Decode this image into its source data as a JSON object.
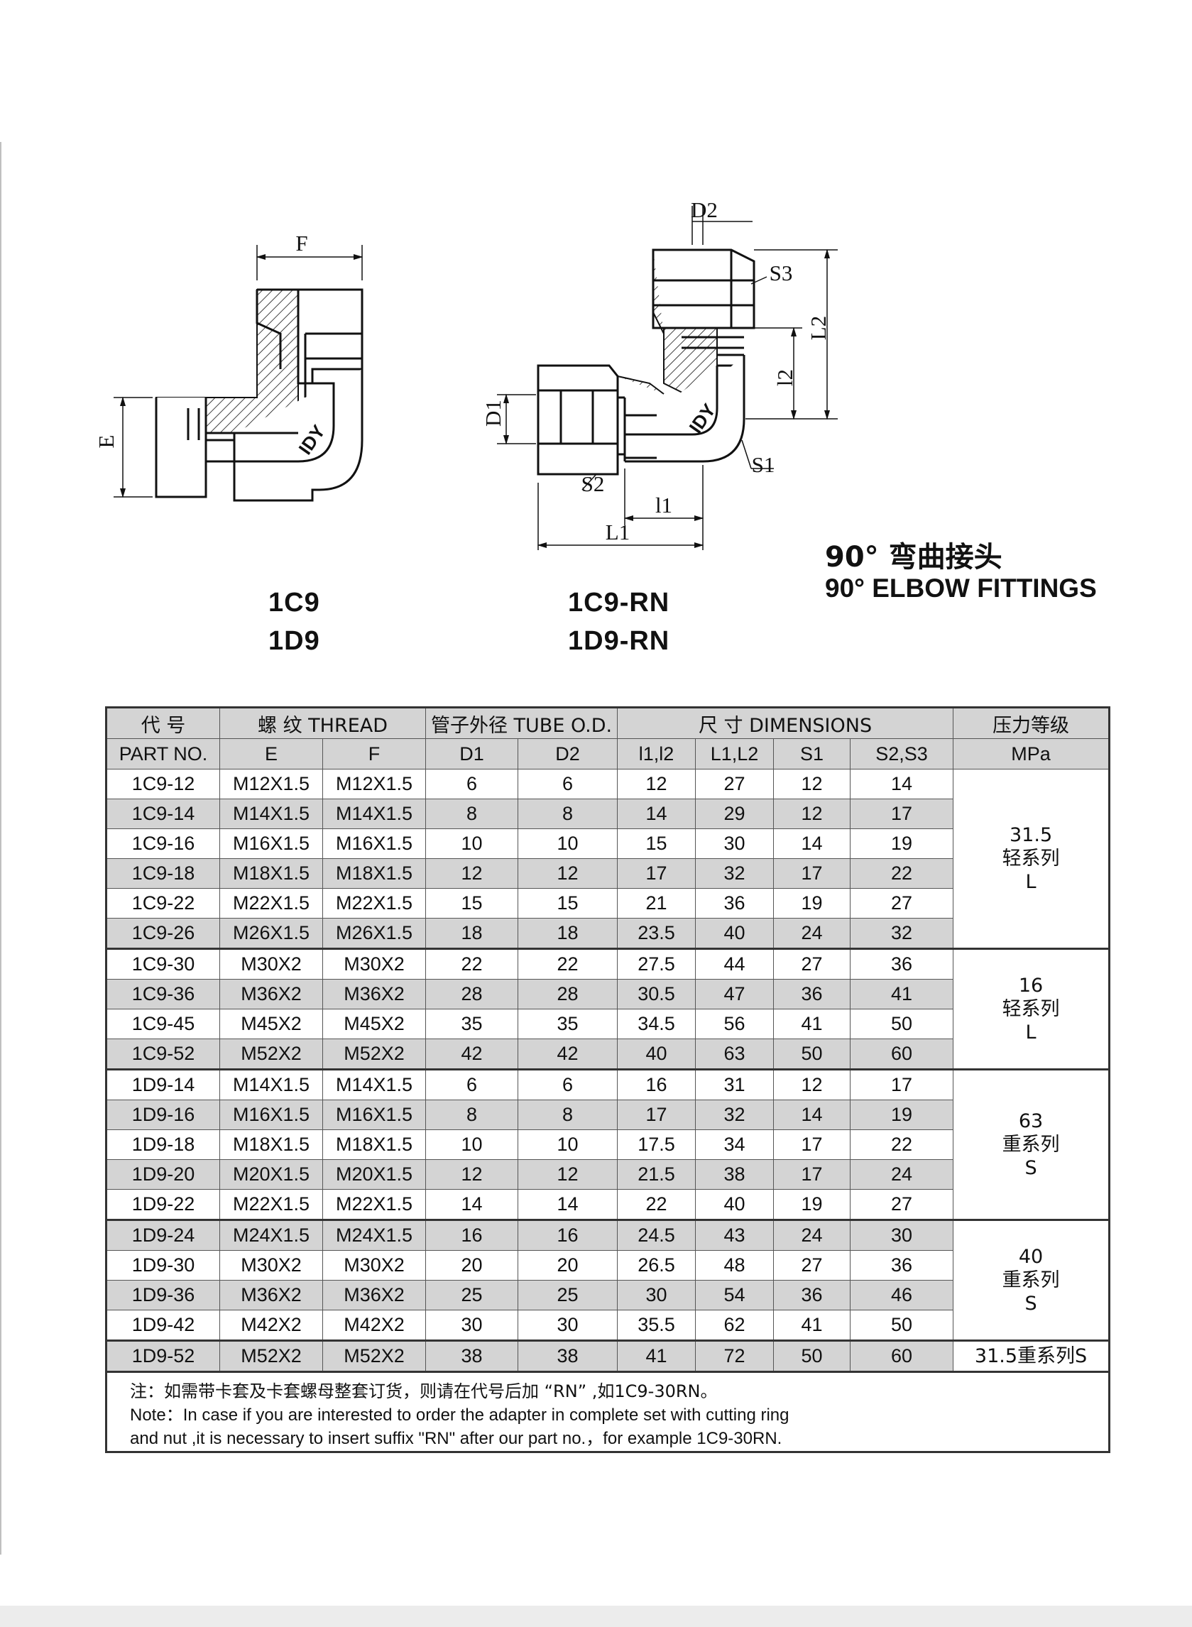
{
  "diagrams": {
    "left": {
      "dim_labels": {
        "F": "F",
        "E": "E"
      },
      "brand": "IDY",
      "model_codes": [
        "1C9",
        "1D9"
      ]
    },
    "right": {
      "dim_labels": {
        "D2": "D2",
        "S3": "S3",
        "L2": "L2",
        "l2": "l2",
        "D1": "D1",
        "S1": "S1",
        "S2": "S2",
        "l1": "l1",
        "L1": "L1"
      },
      "brand": "IDY",
      "model_codes": [
        "1C9-RN",
        "1D9-RN"
      ]
    }
  },
  "heading": {
    "cn": "90° 弯曲接头",
    "en": "90° ELBOW FITTINGS"
  },
  "table": {
    "header_row1": {
      "code": "代 号",
      "thread": "螺 纹 THREAD",
      "tube": "管子外径 TUBE O.D.",
      "dimensions": "尺 寸 DIMENSIONS",
      "pressure": "压力等级"
    },
    "header_row2": [
      "PART NO.",
      "E",
      "F",
      "D1",
      "D2",
      "l1,l2",
      "L1,L2",
      "S1",
      "S2,S3",
      "MPa"
    ],
    "rows": [
      [
        "1C9-12",
        "M12X1.5",
        "M12X1.5",
        "6",
        "6",
        "12",
        "27",
        "12",
        "14"
      ],
      [
        "1C9-14",
        "M14X1.5",
        "M14X1.5",
        "8",
        "8",
        "14",
        "29",
        "12",
        "17"
      ],
      [
        "1C9-16",
        "M16X1.5",
        "M16X1.5",
        "10",
        "10",
        "15",
        "30",
        "14",
        "19"
      ],
      [
        "1C9-18",
        "M18X1.5",
        "M18X1.5",
        "12",
        "12",
        "17",
        "32",
        "17",
        "22"
      ],
      [
        "1C9-22",
        "M22X1.5",
        "M22X1.5",
        "15",
        "15",
        "21",
        "36",
        "19",
        "27"
      ],
      [
        "1C9-26",
        "M26X1.5",
        "M26X1.5",
        "18",
        "18",
        "23.5",
        "40",
        "24",
        "32"
      ],
      [
        "1C9-30",
        "M30X2",
        "M30X2",
        "22",
        "22",
        "27.5",
        "44",
        "27",
        "36"
      ],
      [
        "1C9-36",
        "M36X2",
        "M36X2",
        "28",
        "28",
        "30.5",
        "47",
        "36",
        "41"
      ],
      [
        "1C9-45",
        "M45X2",
        "M45X2",
        "35",
        "35",
        "34.5",
        "56",
        "41",
        "50"
      ],
      [
        "1C9-52",
        "M52X2",
        "M52X2",
        "42",
        "42",
        "40",
        "63",
        "50",
        "60"
      ],
      [
        "1D9-14",
        "M14X1.5",
        "M14X1.5",
        "6",
        "6",
        "16",
        "31",
        "12",
        "17"
      ],
      [
        "1D9-16",
        "M16X1.5",
        "M16X1.5",
        "8",
        "8",
        "17",
        "32",
        "14",
        "19"
      ],
      [
        "1D9-18",
        "M18X1.5",
        "M18X1.5",
        "10",
        "10",
        "17.5",
        "34",
        "17",
        "22"
      ],
      [
        "1D9-20",
        "M20X1.5",
        "M20X1.5",
        "12",
        "12",
        "21.5",
        "38",
        "17",
        "24"
      ],
      [
        "1D9-22",
        "M22X1.5",
        "M22X1.5",
        "14",
        "14",
        "22",
        "40",
        "19",
        "27"
      ],
      [
        "1D9-24",
        "M24X1.5",
        "M24X1.5",
        "16",
        "16",
        "24.5",
        "43",
        "24",
        "30"
      ],
      [
        "1D9-30",
        "M30X2",
        "M30X2",
        "20",
        "20",
        "26.5",
        "48",
        "27",
        "36"
      ],
      [
        "1D9-36",
        "M36X2",
        "M36X2",
        "25",
        "25",
        "30",
        "54",
        "36",
        "46"
      ],
      [
        "1D9-42",
        "M42X2",
        "M42X2",
        "30",
        "30",
        "35.5",
        "62",
        "41",
        "50"
      ],
      [
        "1D9-52",
        "M52X2",
        "M52X2",
        "38",
        "38",
        "41",
        "72",
        "50",
        "60"
      ]
    ],
    "pressure_groups": [
      {
        "lines": [
          "31.5",
          "轻系列",
          "L"
        ]
      },
      {
        "lines": [
          "16",
          "轻系列",
          "L"
        ]
      },
      {
        "lines": [
          "63",
          "重系列",
          "S"
        ]
      },
      {
        "lines": [
          "40",
          "重系列",
          "S"
        ]
      },
      {
        "lines": [
          "31.5重系列S"
        ]
      }
    ],
    "note": {
      "cn": "注：如需带卡套及卡套螺母整套订货，则请在代号后加 “RN” ,如1C9-30RN。",
      "en1": "Note：In case if you are interested to order the adapter in complete set with cutting ring",
      "en2": " and nut ,it is necessary to insert suffix \"RN\" after our part no.，for example 1C9-30RN."
    }
  }
}
